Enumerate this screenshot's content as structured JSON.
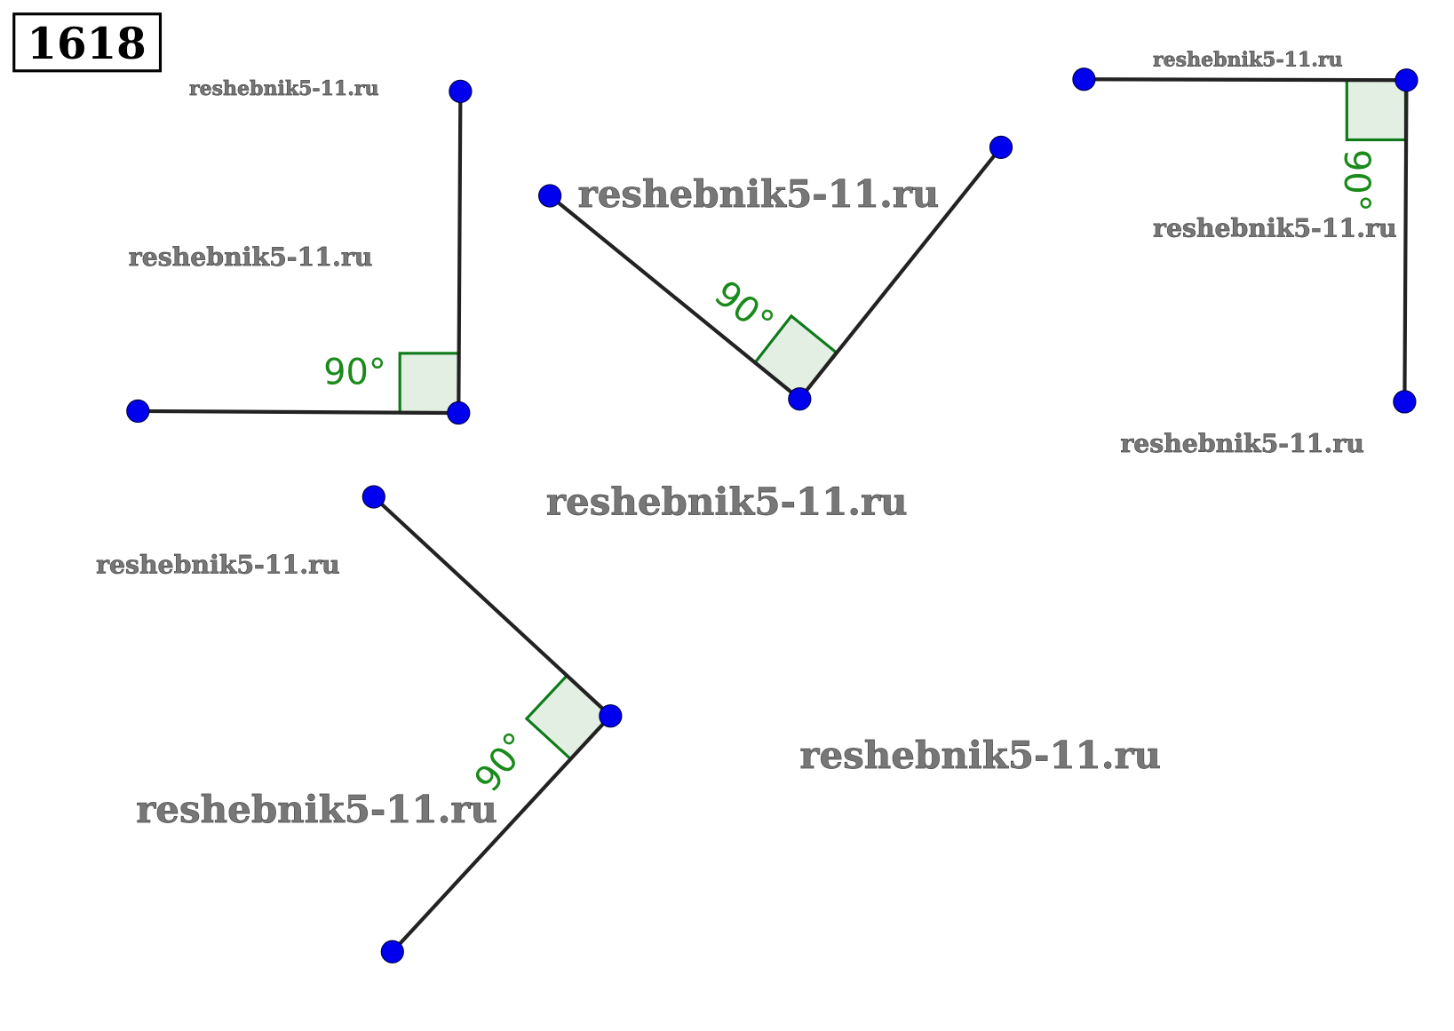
{
  "problem_number": "1618",
  "angle_label": "90°",
  "watermark": "reshebnik5-11.ru",
  "angles": [
    {
      "label": "90°",
      "measure_degrees": 90
    },
    {
      "label": "90°",
      "measure_degrees": 90
    },
    {
      "label": "90°",
      "measure_degrees": 90
    },
    {
      "label": "90°",
      "measure_degrees": 90
    }
  ],
  "colors": {
    "point": "#0000ee",
    "angle_mark": "#0f7a1a",
    "angle_fill": "#e3efe3",
    "ray": "#222222"
  }
}
